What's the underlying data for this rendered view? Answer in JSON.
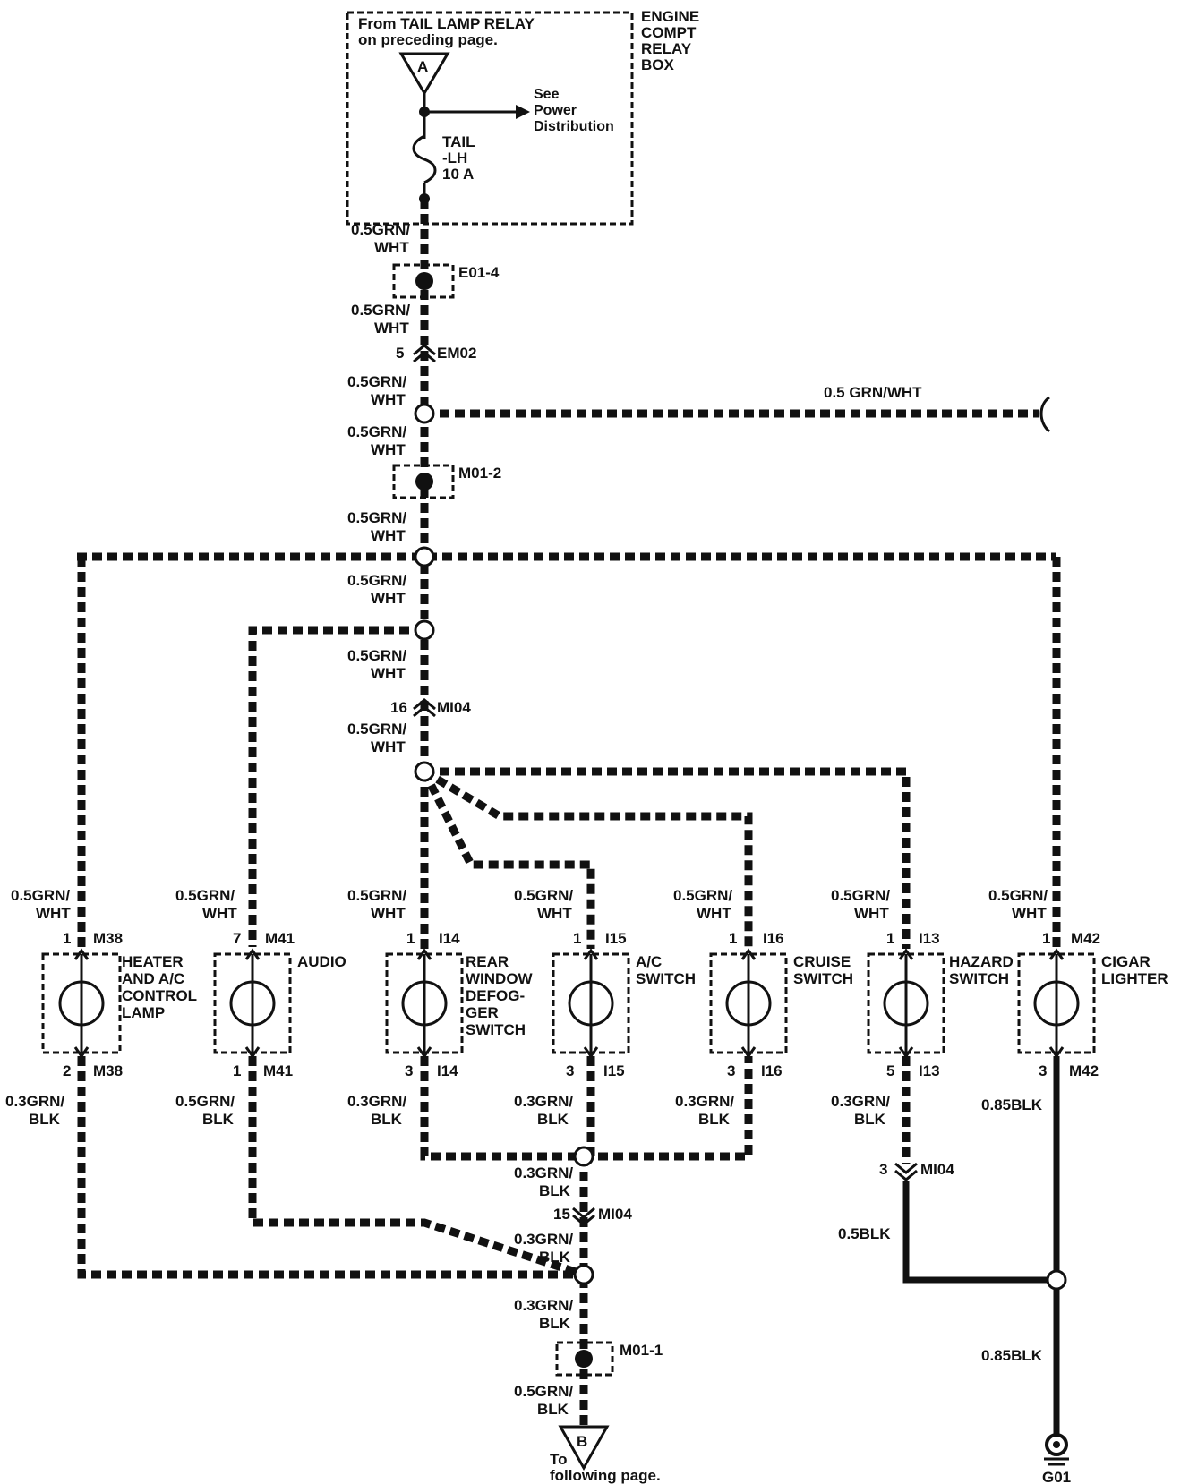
{
  "relay_box": {
    "from_text_1": "From TAIL LAMP RELAY",
    "from_text_2": "on preceding page.",
    "connector_a": "A",
    "name_1": "ENGINE",
    "name_2": "COMPT",
    "name_3": "RELAY",
    "name_4": "BOX",
    "see_1": "See",
    "see_2": "Power",
    "see_3": "Distribution",
    "fuse_1": "TAIL",
    "fuse_2": "-LH",
    "fuse_3": "10 A"
  },
  "main_wire": {
    "w1a": "0.5GRN/",
    "w1b": "WHT",
    "e01": "E01-4",
    "w2a": "0.5GRN/",
    "w2b": "WHT",
    "em02_pin": "5",
    "em02": "EM02",
    "w3a": "0.5GRN/",
    "w3b": "WHT",
    "branch_right": "0.5 GRN/WHT",
    "w4a": "0.5GRN/",
    "w4b": "WHT",
    "m01_2": "M01-2",
    "w5a": "0.5GRN/",
    "w5b": "WHT",
    "w6a": "0.5GRN/",
    "w6b": "WHT",
    "w7a": "0.5GRN/",
    "w7b": "WHT",
    "mi04_pin": "16",
    "mi04": "MI04",
    "w8a": "0.5GRN/",
    "w8b": "WHT"
  },
  "lamps": [
    {
      "top_wire_a": "0.5GRN/",
      "top_wire_b": "WHT",
      "top_pin": "1",
      "top_conn": "M38",
      "name_lines": [
        "HEATER",
        "AND A/C",
        "CONTROL",
        "LAMP"
      ],
      "bot_pin": "2",
      "bot_conn": "M38",
      "bot_wire_a": "0.3GRN/",
      "bot_wire_b": "BLK"
    },
    {
      "top_wire_a": "0.5GRN/",
      "top_wire_b": "WHT",
      "top_pin": "7",
      "top_conn": "M41",
      "name_lines": [
        "AUDIO"
      ],
      "bot_pin": "1",
      "bot_conn": "M41",
      "bot_wire_a": "0.5GRN/",
      "bot_wire_b": "BLK"
    },
    {
      "top_wire_a": "0.5GRN/",
      "top_wire_b": "WHT",
      "top_pin": "1",
      "top_conn": "I14",
      "name_lines": [
        "REAR",
        "WINDOW",
        "DEFOG-",
        "GER",
        "SWITCH"
      ],
      "bot_pin": "3",
      "bot_conn": "I14",
      "bot_wire_a": "0.3GRN/",
      "bot_wire_b": "BLK"
    },
    {
      "top_wire_a": "0.5GRN/",
      "top_wire_b": "WHT",
      "top_pin": "1",
      "top_conn": "I15",
      "name_lines": [
        "A/C",
        "SWITCH"
      ],
      "bot_pin": "3",
      "bot_conn": "I15",
      "bot_wire_a": "0.3GRN/",
      "bot_wire_b": "BLK"
    },
    {
      "top_wire_a": "0.5GRN/",
      "top_wire_b": "WHT",
      "top_pin": "1",
      "top_conn": "I16",
      "name_lines": [
        "CRUISE",
        "SWITCH"
      ],
      "bot_pin": "3",
      "bot_conn": "I16",
      "bot_wire_a": "0.3GRN/",
      "bot_wire_b": "BLK"
    },
    {
      "top_wire_a": "0.5GRN/",
      "top_wire_b": "WHT",
      "top_pin": "1",
      "top_conn": "I13",
      "name_lines": [
        "HAZARD",
        "SWITCH"
      ],
      "bot_pin": "5",
      "bot_conn": "I13",
      "bot_wire_a": "0.3GRN/",
      "bot_wire_b": "BLK"
    },
    {
      "top_wire_a": "0.5GRN/",
      "top_wire_b": "WHT",
      "top_pin": "1",
      "top_conn": "M42",
      "name_lines": [
        "CIGAR",
        "LIGHTER"
      ],
      "bot_pin": "3",
      "bot_conn": "M42",
      "bot_wire_a": "0.85BLK",
      "bot_wire_b": ""
    }
  ],
  "ground_path": {
    "g1a": "0.3GRN/",
    "g1b": "BLK",
    "mi04_pin": "15",
    "mi04": "MI04",
    "g2a": "0.3GRN/",
    "g2b": "BLK",
    "g3a": "0.3GRN/",
    "g3b": "BLK",
    "m01_1": "M01-1",
    "g4a": "0.5GRN/",
    "g4b": "BLK",
    "connector_b": "B",
    "to_1": "To",
    "to_2": "following page."
  },
  "right_ground": {
    "mi04_pin": "3",
    "mi04": "MI04",
    "w_blk": "0.5BLK",
    "w_85": "0.85BLK",
    "ground": "G01"
  }
}
